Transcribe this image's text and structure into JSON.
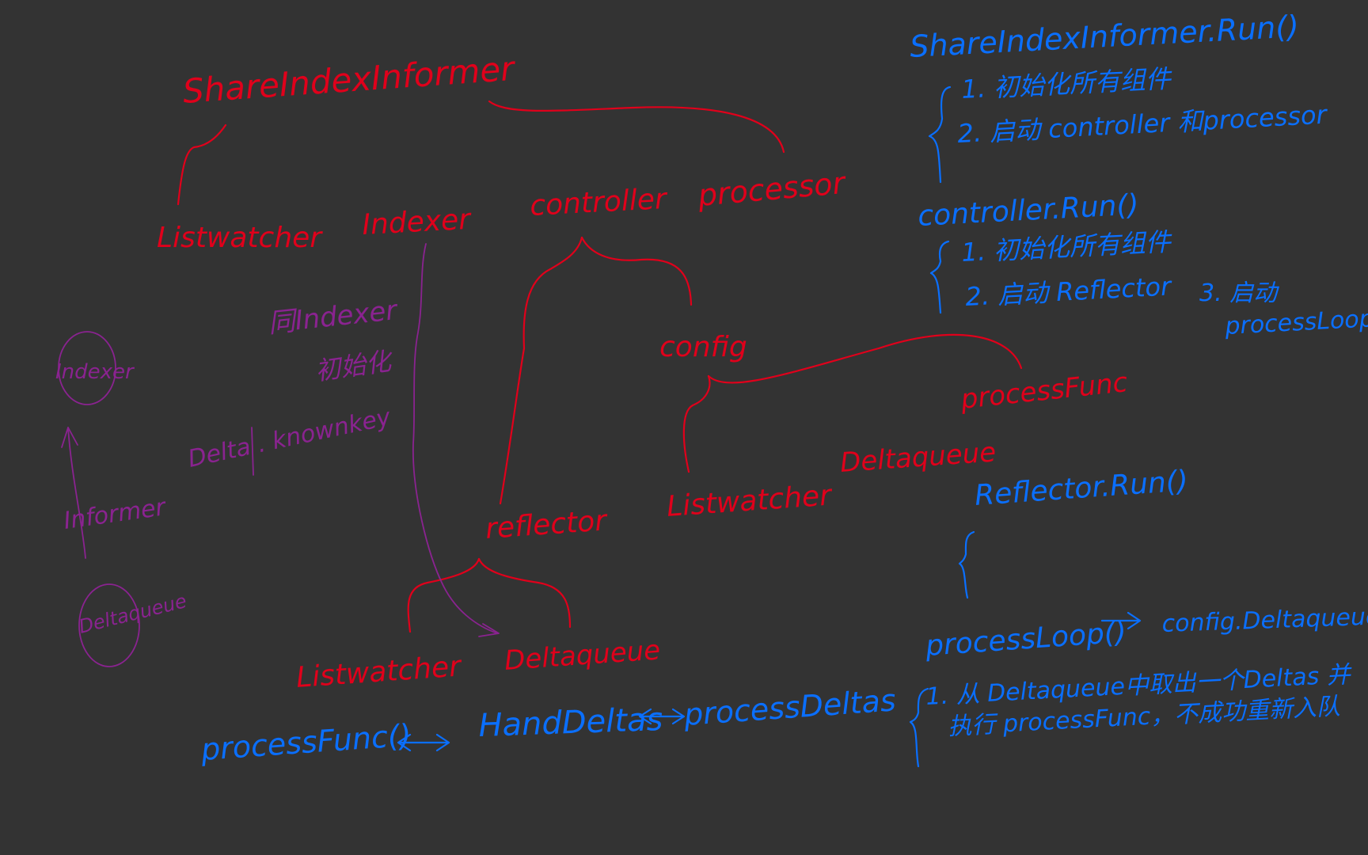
{
  "colors": {
    "background": "#333333",
    "red": "#e0001b",
    "blue": "#0a6fff",
    "purple": "#8a2390"
  },
  "tree": {
    "root": "ShareIndexInformer",
    "listwatcher_1": "Listwatcher",
    "indexer": "Indexer",
    "controller": "controller",
    "processor": "processor",
    "config": "config",
    "process_func": "processFunc",
    "reflector": "reflector",
    "listwatcher_2": "Listwatcher",
    "deltaqueue_1": "Deltaqueue",
    "listwatcher_3": "Listwatcher",
    "deltaqueue_2": "Deltaqueue"
  },
  "side_notes": {
    "indexer_note_1": "同Indexer",
    "indexer_note_2": "初始化",
    "delta_note": "Delta . knownkey",
    "circle_indexer": "Indexer",
    "informer": "Informer",
    "circle_deltaqueue": "Deltaqueue"
  },
  "bottom_flow": {
    "step1": "processFunc()",
    "step2": "HandDeltas",
    "step3": "processDeltas"
  },
  "notes": {
    "informer_run": {
      "title": "ShareIndexInformer.Run()",
      "items": [
        "1. 初始化所有组件",
        "2. 启动 controller 和processor"
      ]
    },
    "controller_run": {
      "title": "controller.Run()",
      "item1": "1. 初始化所有组件",
      "item2": "2. 启动 Reflector",
      "item3a": "3. 启动",
      "item3b": "processLoop."
    },
    "reflector_run": {
      "title": "Reflector.Run()"
    },
    "process_loop": {
      "title": "processLoop()",
      "target": "config.Deltaqueue.Pop()",
      "line1": "1. 从 Deltaqueue中取出一个Deltas 并",
      "line2": "执行 processFunc，不成功重新入队"
    }
  }
}
